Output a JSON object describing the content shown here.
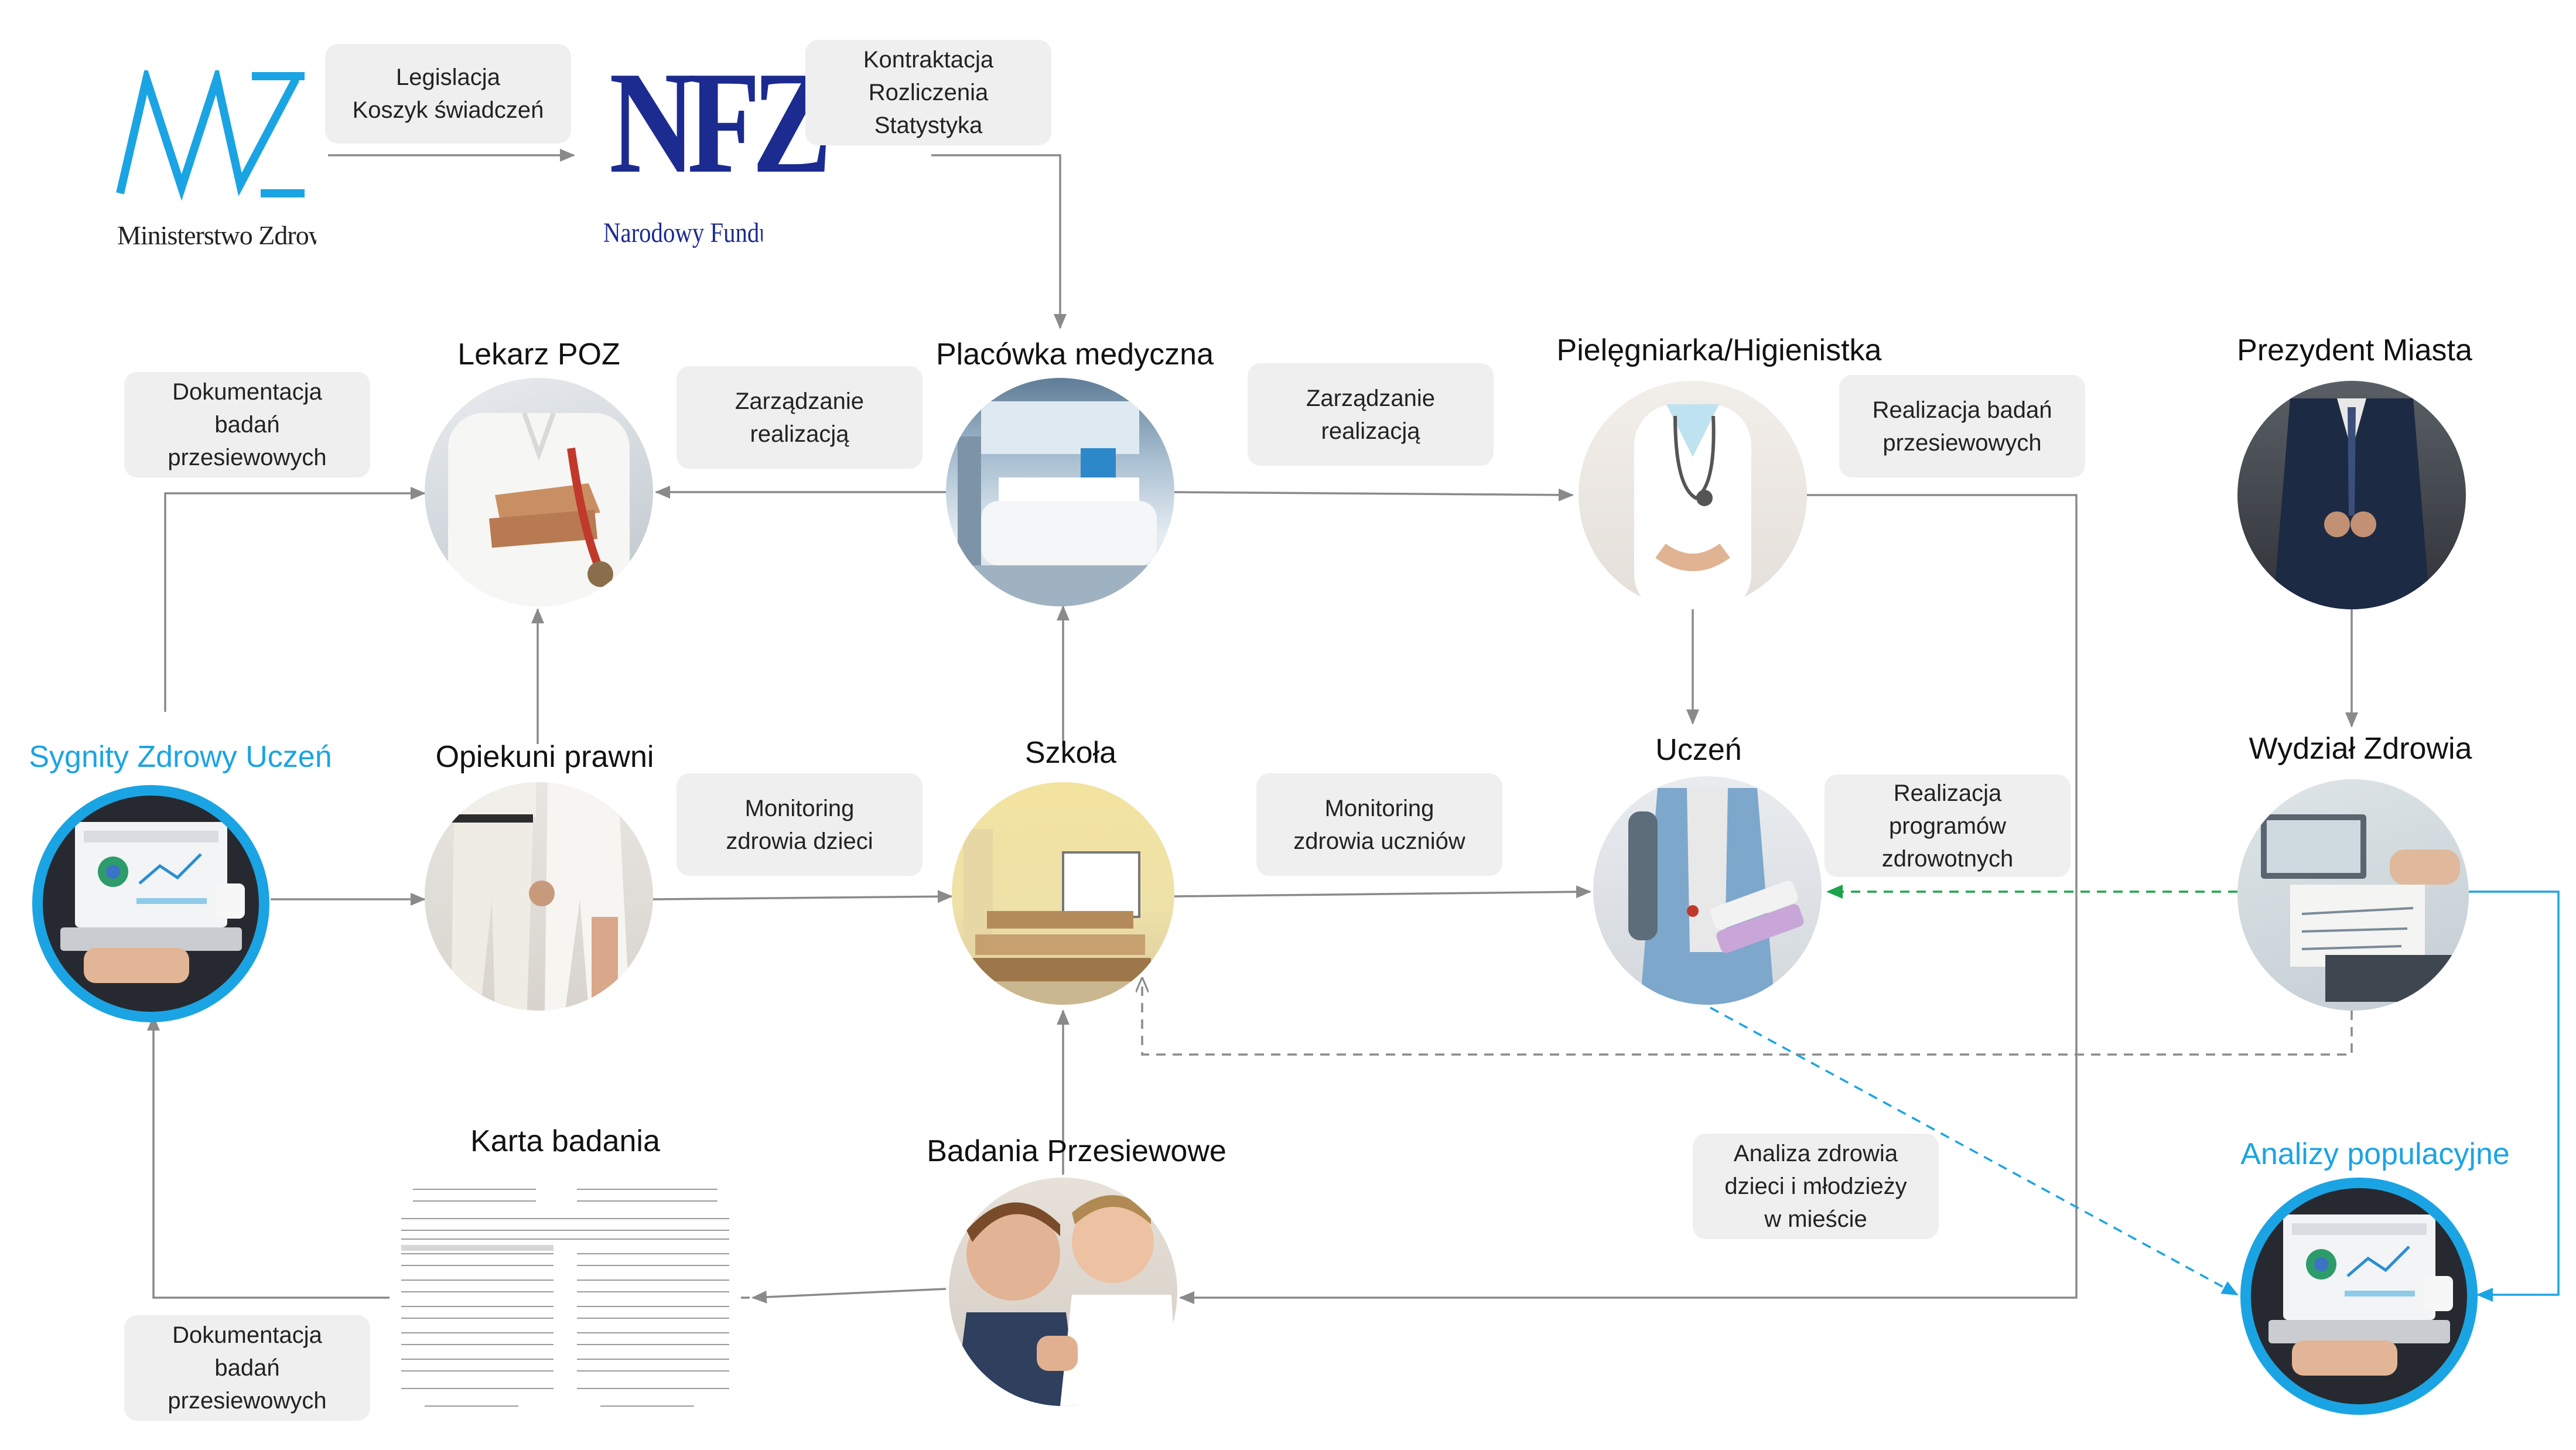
{
  "logos": {
    "mz": {
      "mark": "MZ",
      "text": "Ministerstwo Zdrowia"
    },
    "nfz": {
      "mark": "NFZ",
      "text": "Narodowy Fundusz Zdrowia"
    }
  },
  "boxes": {
    "legislacja": "Legislacja\nKoszyk świadczeń",
    "kontraktacja": "Kontraktacja\nRozliczenia\nStatystyka",
    "dokumentacja_top": "Dokumentacja\nbadań\nprzesiewowych",
    "zarzadzanie_left": "Zarządzanie\nrealizacją",
    "zarzadzanie_right": "Zarządzanie\nrealizacją",
    "realizacja_badan": "Realizacja badań\nprzesiewowych",
    "monitoring_dzieci": "Monitoring\nzdrowia dzieci",
    "monitoring_uczniow": "Monitoring\nzdrowia uczniów",
    "realizacja_programow": "Realizacja\nprogramów\nzdrowotnych",
    "analiza_zdrowia": "Analiza zdrowia\ndzieci i młodzieży\nw mieście",
    "dokumentacja_bottom": "Dokumentacja\nbadań\nprzesiewowych"
  },
  "titles": {
    "lekarz": "Lekarz POZ",
    "placowka": "Placówka medyczna",
    "pielegniarka": "Pielęgniarka/Higienistka",
    "prezydent": "Prezydent Miasta",
    "sygnity": "Sygnity Zdrowy Uczeń",
    "opiekuni": "Opiekuni prawni",
    "szkola": "Szkoła",
    "uczen": "Uczeń",
    "wydzial": "Wydział Zdrowia",
    "karta": "Karta badania",
    "badania": "Badania Przesiewowe",
    "analizy": "Analizy populacyjne"
  },
  "colors": {
    "accent": "#1ba4e3",
    "arrow": "#8a8a8a",
    "box_bg": "#efefef",
    "green_arrow": "#1aa54a",
    "nfz_blue": "#1c2b8f"
  },
  "icons": {
    "lekarz": "doctor-photo",
    "placowka": "clinic-reception-photo",
    "pielegniarka": "nurse-photo",
    "prezydent": "businessman-photo",
    "sygnity": "laptop-dashboard-photo",
    "opiekuni": "parents-walking-photo",
    "szkola": "classroom-photo",
    "uczen": "student-photo",
    "wydzial": "office-desk-photo",
    "badania": "children-screening-photo",
    "analizy": "laptop-dashboard-photo"
  }
}
